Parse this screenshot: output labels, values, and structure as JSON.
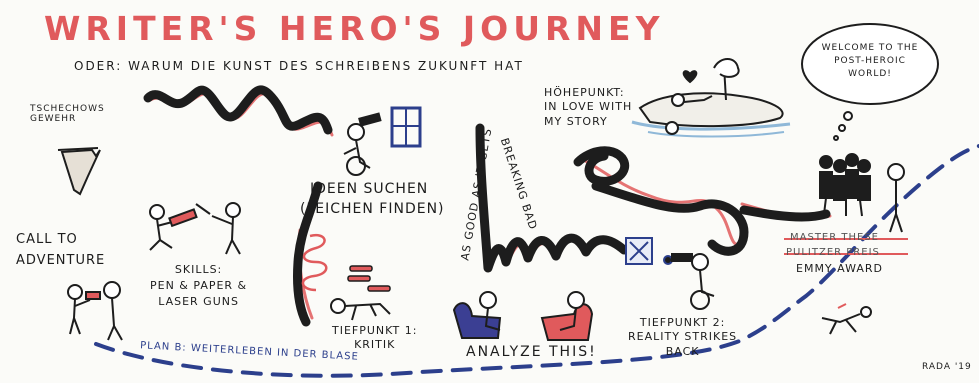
{
  "title": "WRITER'S HERO'S JOURNEY",
  "subtitle": "ODER: WARUM DIE KUNST DES SCHREIBENS ZUKUNFT HAT",
  "labels": {
    "tschechows_gewehr": [
      "TSCHECHOWS",
      "GEWEHR"
    ],
    "call_to_adventure": [
      "CALL TO",
      "ADVENTURE"
    ],
    "skills": [
      "SKILLS:",
      "PEN & PAPER &",
      "LASER GUNS"
    ],
    "ideen_suchen": [
      "IDEEN SUCHEN",
      "(LEICHEN FINDEN)"
    ],
    "tiefpunkt1": [
      "TIEFPUNKT 1:",
      "KRITIK"
    ],
    "analyze_this": "ANALYZE THIS!",
    "as_good_as_it_gets": "AS GOOD AS IT GETS",
    "breaking_bad": "BREAKING BAD",
    "hoehepunkt": [
      "HÖHEPUNKT:",
      "IN LOVE WITH",
      "MY STORY"
    ],
    "tiefpunkt2": [
      "TIEFPUNKT 2:",
      "REALITY STRIKES",
      "BACK"
    ],
    "speech_bubble": [
      "WELCOME TO THE",
      "POST-HEROIC",
      "WORLD!"
    ],
    "master_these": "MASTER THESE",
    "pulitzer_preis": "PULITZER PREIS",
    "emmy_award": "EMMY AWARD",
    "plan_b": "PLAN B: WEITERLEBEN IN DER BLASE",
    "signature": "RADA '19"
  },
  "colors": {
    "ink": "#1d1d1d",
    "accent_red": "#e05a5c",
    "accent_blue": "#2c3f8c",
    "water_blue": "#8fb8d8",
    "chair_blue": "#3b3f93"
  }
}
